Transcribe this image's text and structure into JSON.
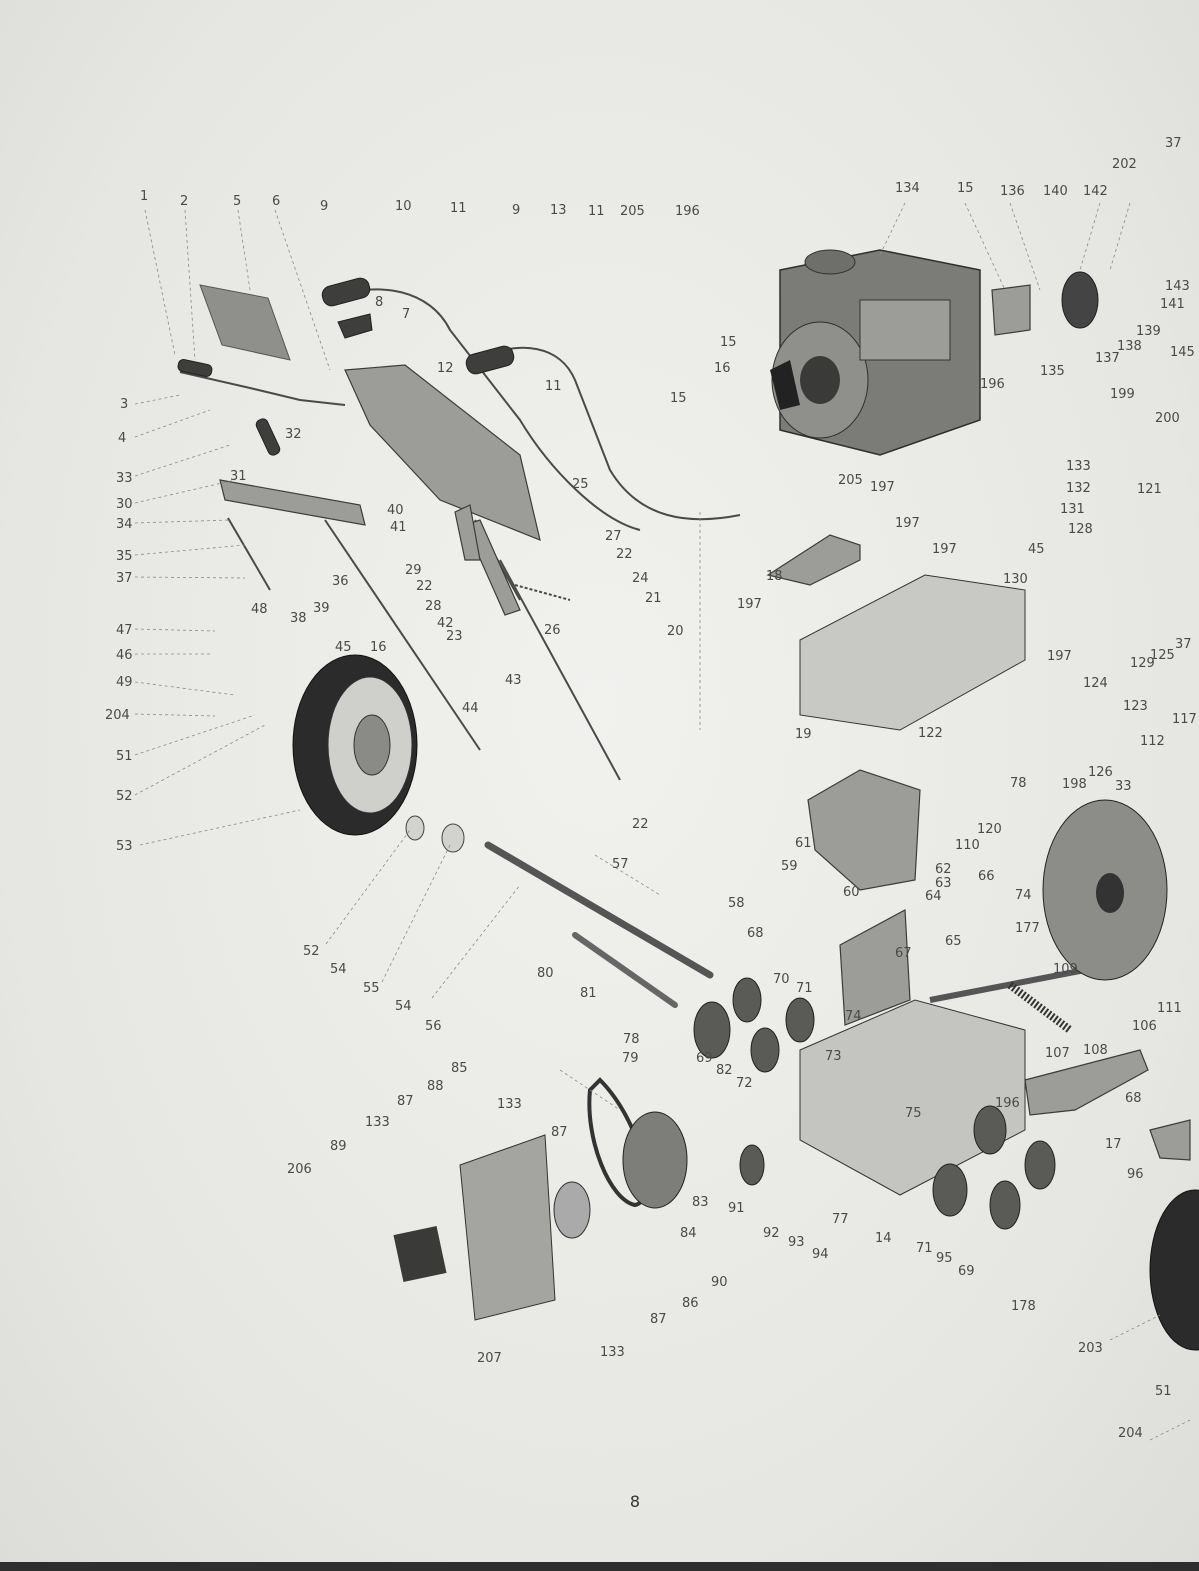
{
  "page_number": "8",
  "callouts": [
    {
      "id": "c1",
      "text": "1"
    },
    {
      "id": "c2",
      "text": "2"
    },
    {
      "id": "c3",
      "text": "3"
    },
    {
      "id": "c4",
      "text": "4"
    },
    {
      "id": "c5",
      "text": "5"
    },
    {
      "id": "c6",
      "text": "6"
    },
    {
      "id": "c7",
      "text": "7"
    },
    {
      "id": "c8",
      "text": "8"
    },
    {
      "id": "c9a",
      "text": "9"
    },
    {
      "id": "c9b",
      "text": "9"
    },
    {
      "id": "c10",
      "text": "10"
    },
    {
      "id": "c11a",
      "text": "11"
    },
    {
      "id": "c11b",
      "text": "11"
    },
    {
      "id": "c11c",
      "text": "11"
    },
    {
      "id": "c12",
      "text": "12"
    },
    {
      "id": "c13",
      "text": "13"
    },
    {
      "id": "c14",
      "text": "14"
    },
    {
      "id": "c15a",
      "text": "15"
    },
    {
      "id": "c15b",
      "text": "15"
    },
    {
      "id": "c15c",
      "text": "15"
    },
    {
      "id": "c16a",
      "text": "16"
    },
    {
      "id": "c16b",
      "text": "16"
    },
    {
      "id": "c17",
      "text": "17"
    },
    {
      "id": "c18",
      "text": "18"
    },
    {
      "id": "c19",
      "text": "19"
    },
    {
      "id": "c20",
      "text": "20"
    },
    {
      "id": "c21",
      "text": "21"
    },
    {
      "id": "c22a",
      "text": "22"
    },
    {
      "id": "c22b",
      "text": "22"
    },
    {
      "id": "c22c",
      "text": "22"
    },
    {
      "id": "c23",
      "text": "23"
    },
    {
      "id": "c24",
      "text": "24"
    },
    {
      "id": "c25",
      "text": "25"
    },
    {
      "id": "c26",
      "text": "26"
    },
    {
      "id": "c27",
      "text": "27"
    },
    {
      "id": "c28",
      "text": "28"
    },
    {
      "id": "c29",
      "text": "29"
    },
    {
      "id": "c30",
      "text": "30"
    },
    {
      "id": "c31",
      "text": "31"
    },
    {
      "id": "c32",
      "text": "32"
    },
    {
      "id": "c33a",
      "text": "33"
    },
    {
      "id": "c33b",
      "text": "33"
    },
    {
      "id": "c34",
      "text": "34"
    },
    {
      "id": "c35",
      "text": "35"
    },
    {
      "id": "c36",
      "text": "36"
    },
    {
      "id": "c37a",
      "text": "37"
    },
    {
      "id": "c37b",
      "text": "37"
    },
    {
      "id": "c37c",
      "text": "37"
    },
    {
      "id": "c38",
      "text": "38"
    },
    {
      "id": "c39",
      "text": "39"
    },
    {
      "id": "c40",
      "text": "40"
    },
    {
      "id": "c41",
      "text": "41"
    },
    {
      "id": "c42",
      "text": "42"
    },
    {
      "id": "c43",
      "text": "43"
    },
    {
      "id": "c44",
      "text": "44"
    },
    {
      "id": "c45a",
      "text": "45"
    },
    {
      "id": "c45b",
      "text": "45"
    },
    {
      "id": "c46",
      "text": "46"
    },
    {
      "id": "c47",
      "text": "47"
    },
    {
      "id": "c48",
      "text": "48"
    },
    {
      "id": "c49",
      "text": "49"
    },
    {
      "id": "c51a",
      "text": "51"
    },
    {
      "id": "c51b",
      "text": "51"
    },
    {
      "id": "c52a",
      "text": "52"
    },
    {
      "id": "c52b",
      "text": "52"
    },
    {
      "id": "c53",
      "text": "53"
    },
    {
      "id": "c54a",
      "text": "54"
    },
    {
      "id": "c54b",
      "text": "54"
    },
    {
      "id": "c55",
      "text": "55"
    },
    {
      "id": "c56",
      "text": "56"
    },
    {
      "id": "c57",
      "text": "57"
    },
    {
      "id": "c58",
      "text": "58"
    },
    {
      "id": "c59",
      "text": "59"
    },
    {
      "id": "c60",
      "text": "60"
    },
    {
      "id": "c61",
      "text": "61"
    },
    {
      "id": "c62",
      "text": "62"
    },
    {
      "id": "c63",
      "text": "63"
    },
    {
      "id": "c64",
      "text": "64"
    },
    {
      "id": "c65",
      "text": "65"
    },
    {
      "id": "c66",
      "text": "66"
    },
    {
      "id": "c67",
      "text": "67"
    },
    {
      "id": "c68a",
      "text": "68"
    },
    {
      "id": "c68b",
      "text": "68"
    },
    {
      "id": "c69a",
      "text": "69"
    },
    {
      "id": "c69b",
      "text": "69"
    },
    {
      "id": "c70",
      "text": "70"
    },
    {
      "id": "c71a",
      "text": "71"
    },
    {
      "id": "c71b",
      "text": "71"
    },
    {
      "id": "c72",
      "text": "72"
    },
    {
      "id": "c73",
      "text": "73"
    },
    {
      "id": "c74a",
      "text": "74"
    },
    {
      "id": "c74b",
      "text": "74"
    },
    {
      "id": "c75",
      "text": "75"
    },
    {
      "id": "c77",
      "text": "77"
    },
    {
      "id": "c78a",
      "text": "78"
    },
    {
      "id": "c78b",
      "text": "78"
    },
    {
      "id": "c79",
      "text": "79"
    },
    {
      "id": "c80",
      "text": "80"
    },
    {
      "id": "c81",
      "text": "81"
    },
    {
      "id": "c82",
      "text": "82"
    },
    {
      "id": "c83",
      "text": "83"
    },
    {
      "id": "c84",
      "text": "84"
    },
    {
      "id": "c85",
      "text": "85"
    },
    {
      "id": "c86",
      "text": "86"
    },
    {
      "id": "c87a",
      "text": "87"
    },
    {
      "id": "c87b",
      "text": "87"
    },
    {
      "id": "c87c",
      "text": "87"
    },
    {
      "id": "c88",
      "text": "88"
    },
    {
      "id": "c89",
      "text": "89"
    },
    {
      "id": "c90",
      "text": "90"
    },
    {
      "id": "c91",
      "text": "91"
    },
    {
      "id": "c92",
      "text": "92"
    },
    {
      "id": "c93",
      "text": "93"
    },
    {
      "id": "c94",
      "text": "94"
    },
    {
      "id": "c95",
      "text": "95"
    },
    {
      "id": "c96",
      "text": "96"
    },
    {
      "id": "c106",
      "text": "106"
    },
    {
      "id": "c107",
      "text": "107"
    },
    {
      "id": "c108",
      "text": "108"
    },
    {
      "id": "c109",
      "text": "109"
    },
    {
      "id": "c110",
      "text": "110"
    },
    {
      "id": "c111",
      "text": "111"
    },
    {
      "id": "c112",
      "text": "112"
    },
    {
      "id": "c117",
      "text": "117"
    },
    {
      "id": "c120",
      "text": "120"
    },
    {
      "id": "c121",
      "text": "121"
    },
    {
      "id": "c122",
      "text": "122"
    },
    {
      "id": "c123",
      "text": "123"
    },
    {
      "id": "c124",
      "text": "124"
    },
    {
      "id": "c125",
      "text": "125"
    },
    {
      "id": "c126",
      "text": "126"
    },
    {
      "id": "c128",
      "text": "128"
    },
    {
      "id": "c129",
      "text": "129"
    },
    {
      "id": "c130",
      "text": "130"
    },
    {
      "id": "c131",
      "text": "131"
    },
    {
      "id": "c132",
      "text": "132"
    },
    {
      "id": "c133a",
      "text": "133"
    },
    {
      "id": "c133b",
      "text": "133"
    },
    {
      "id": "c133c",
      "text": "133"
    },
    {
      "id": "c133d",
      "text": "133"
    },
    {
      "id": "c134",
      "text": "134"
    },
    {
      "id": "c135",
      "text": "135"
    },
    {
      "id": "c136",
      "text": "136"
    },
    {
      "id": "c137",
      "text": "137"
    },
    {
      "id": "c138",
      "text": "138"
    },
    {
      "id": "c139",
      "text": "139"
    },
    {
      "id": "c140",
      "text": "140"
    },
    {
      "id": "c141",
      "text": "141"
    },
    {
      "id": "c142",
      "text": "142"
    },
    {
      "id": "c143",
      "text": "143"
    },
    {
      "id": "c145",
      "text": "145"
    },
    {
      "id": "c177",
      "text": "177"
    },
    {
      "id": "c178",
      "text": "178"
    },
    {
      "id": "c196a",
      "text": "196"
    },
    {
      "id": "c196b",
      "text": "196"
    },
    {
      "id": "c196c",
      "text": "196"
    },
    {
      "id": "c197a",
      "text": "197"
    },
    {
      "id": "c197b",
      "text": "197"
    },
    {
      "id": "c197c",
      "text": "197"
    },
    {
      "id": "c197d",
      "text": "197"
    },
    {
      "id": "c197e",
      "text": "197"
    },
    {
      "id": "c198",
      "text": "198"
    },
    {
      "id": "c199",
      "text": "199"
    },
    {
      "id": "c200",
      "text": "200"
    },
    {
      "id": "c202",
      "text": "202"
    },
    {
      "id": "c203",
      "text": "203"
    },
    {
      "id": "c204a",
      "text": "204"
    },
    {
      "id": "c204b",
      "text": "204"
    },
    {
      "id": "c205a",
      "text": "205"
    },
    {
      "id": "c205b",
      "text": "205"
    },
    {
      "id": "c206",
      "text": "206"
    },
    {
      "id": "c207",
      "text": "207"
    }
  ]
}
